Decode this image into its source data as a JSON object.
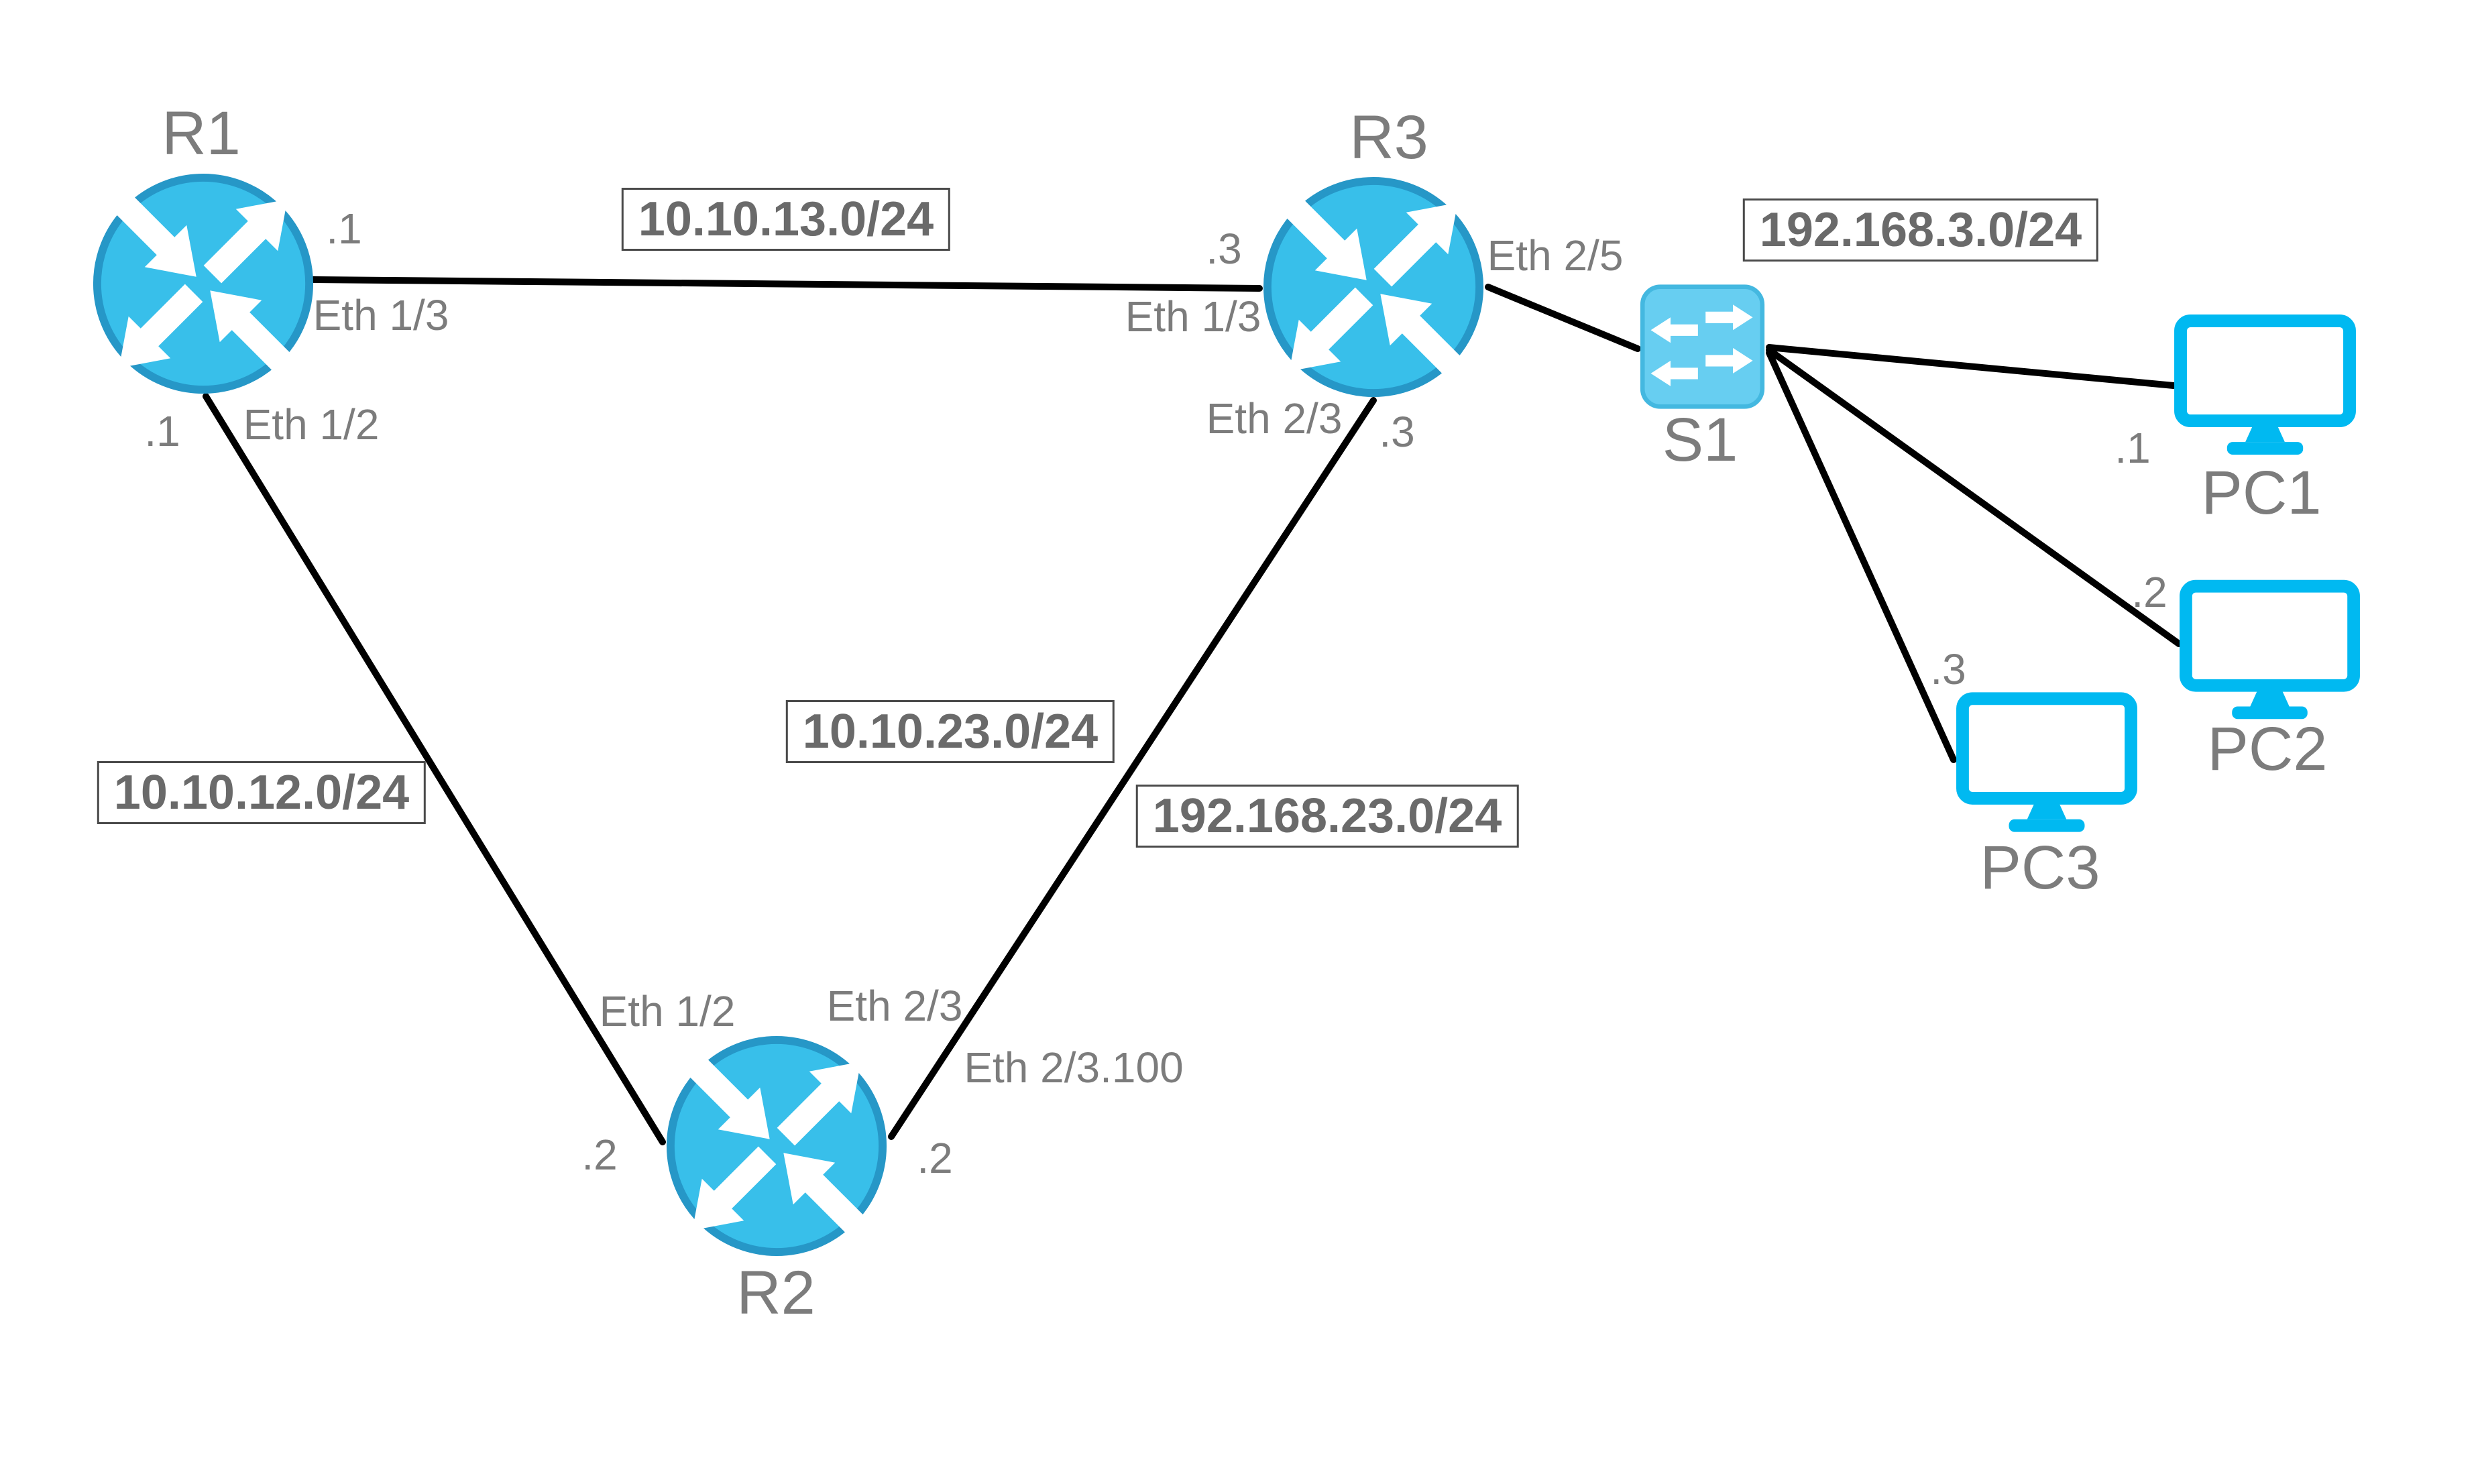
{
  "colors": {
    "background": "#ffffff",
    "router_fill": "#38bfea",
    "router_border": "#2697c7",
    "switch_fill": "#67cef1",
    "switch_border": "#44b8e0",
    "pc_accent": "#00b9f1",
    "link": "#000000",
    "label_text": "#7c7c7c",
    "subnet_text": "#6a6a6a",
    "subnet_border": "#4a4a4a"
  },
  "nodes": [
    {
      "id": "R1",
      "type": "router",
      "label": "R1"
    },
    {
      "id": "R2",
      "type": "router",
      "label": "R2"
    },
    {
      "id": "R3",
      "type": "router",
      "label": "R3"
    },
    {
      "id": "S1",
      "type": "switch",
      "label": "S1"
    },
    {
      "id": "PC1",
      "type": "pc",
      "label": "PC1"
    },
    {
      "id": "PC2",
      "type": "pc",
      "label": "PC2"
    },
    {
      "id": "PC3",
      "type": "pc",
      "label": "PC3"
    }
  ],
  "subnets": [
    {
      "label": "10.10.13.0/24"
    },
    {
      "label": "192.168.3.0/24"
    },
    {
      "label": "10.10.12.0/24"
    },
    {
      "label": "10.10.23.0/24"
    },
    {
      "label": "192.168.23.0/24"
    }
  ],
  "port_labels": [
    {
      "node": "R1",
      "label": ".1"
    },
    {
      "node": "R1",
      "label": "Eth 1/3"
    },
    {
      "node": "R1",
      "label": ".1"
    },
    {
      "node": "R1",
      "label": "Eth 1/2"
    },
    {
      "node": "R3",
      "label": ".3"
    },
    {
      "node": "R3",
      "label": "Eth 1/3"
    },
    {
      "node": "R3",
      "label": "Eth 2/5"
    },
    {
      "node": "R3",
      "label": "Eth 2/3"
    },
    {
      "node": "R3",
      "label": ".3"
    },
    {
      "node": "R2",
      "label": "Eth 1/2"
    },
    {
      "node": "R2",
      "label": "Eth 2/3"
    },
    {
      "node": "R2",
      "label": "Eth 2/3.100"
    },
    {
      "node": "R2",
      "label": ".2"
    },
    {
      "node": "R2",
      "label": ".2"
    },
    {
      "node": "PC1",
      "label": ".1"
    },
    {
      "node": "PC2",
      "label": ".2"
    },
    {
      "node": "PC3",
      "label": ".3"
    }
  ],
  "links": [
    {
      "from": "R1",
      "to": "R3"
    },
    {
      "from": "R1",
      "to": "R2"
    },
    {
      "from": "R2",
      "to": "R3"
    },
    {
      "from": "R3",
      "to": "S1"
    },
    {
      "from": "S1",
      "to": "PC1"
    },
    {
      "from": "S1",
      "to": "PC2"
    },
    {
      "from": "S1",
      "to": "PC3"
    }
  ]
}
